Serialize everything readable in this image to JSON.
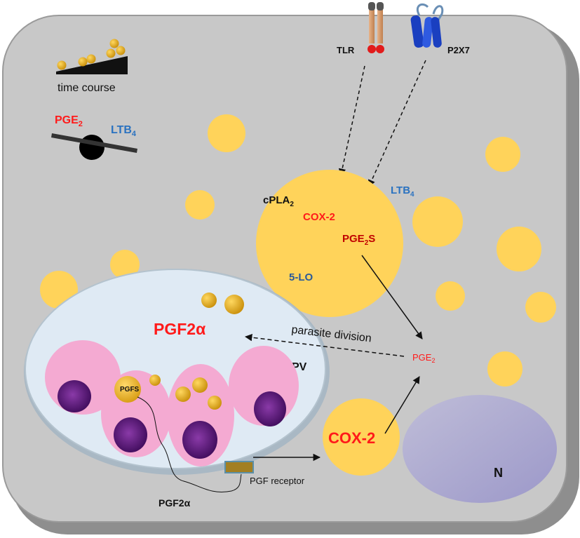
{
  "colors": {
    "cell_fill": "#c8c8c8",
    "cell_border": "#8a8a8a",
    "lipid_droplet": "#ffd35a",
    "pv_fill": "#dde9f3",
    "parasite": "#f4aad2",
    "parasite_nucleus": "#5a157a",
    "host_nucleus": "#b0aed0",
    "red": "#ff1a1a",
    "blue": "#2a72c0",
    "dark": "#111111"
  },
  "icons": {
    "tlr": "tlr-receptor-icon",
    "p2x7": "p2x7-receptor-icon",
    "time_course": "time-course-icon",
    "balance": "balance-scale-icon",
    "receptor": "pgf-receptor-icon"
  },
  "labels": {
    "tlr": "TLR",
    "p2x7": "P2X7",
    "time_course": "time course",
    "balance_pge": "PGE",
    "balance_pge_sub": "2",
    "balance_ltb": "LTB",
    "balance_ltb_sub": "4",
    "cpla": "cPLA",
    "cpla_sub": "2",
    "cox2_big": "COX-2",
    "pges": "PGE",
    "pges_sub": "2",
    "pges_suffix": "S",
    "ltb4": "LTB",
    "ltb4_sub": "4",
    "five_lo": "5-LO",
    "pgf2a": "PGF2α",
    "parasite_division": "parasite division",
    "pge2": "PGE",
    "pge2_sub": "2",
    "pv": "PV",
    "pgfs": "PGFS",
    "cox2_small": "COX-2",
    "pgf_receptor": "PGF receptor",
    "pgf2a_bottom": "PGF2α",
    "nucleus": "N"
  }
}
